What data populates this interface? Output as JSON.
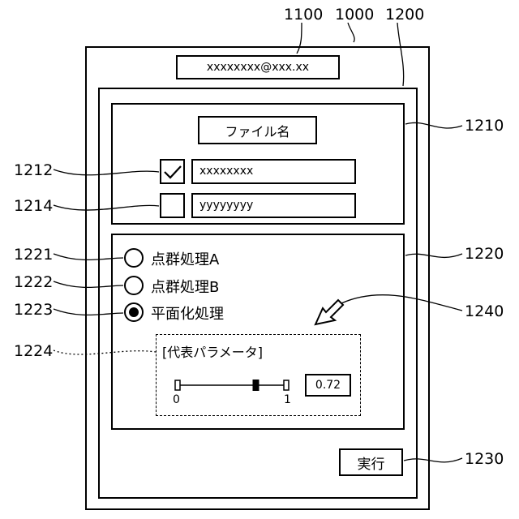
{
  "references": {
    "r1100": "1100",
    "r1000": "1000",
    "r1200": "1200",
    "r1210": "1210",
    "r1212": "1212",
    "r1214": "1214",
    "r1221": "1221",
    "r1222": "1222",
    "r1223": "1223",
    "r1224": "1224",
    "r1220": "1220",
    "r1240": "1240",
    "r1230": "1230"
  },
  "account": {
    "email": "xxxxxxxx@xxx.xx"
  },
  "file_panel": {
    "file_name_button": "ファイル名",
    "files": [
      {
        "checked": true,
        "name": "xxxxxxxx"
      },
      {
        "checked": false,
        "name": "yyyyyyyy"
      }
    ]
  },
  "processing_panel": {
    "options": [
      {
        "label": "点群処理A",
        "selected": false
      },
      {
        "label": "点群処理B",
        "selected": false
      },
      {
        "label": "平面化処理",
        "selected": true
      }
    ],
    "parameter": {
      "title": "[代表パラメータ]",
      "min_label": "0",
      "max_label": "1",
      "value": 0.72,
      "value_display": "0.72"
    }
  },
  "execute_button": "実行",
  "colors": {
    "line": "#000000",
    "background": "#ffffff"
  }
}
